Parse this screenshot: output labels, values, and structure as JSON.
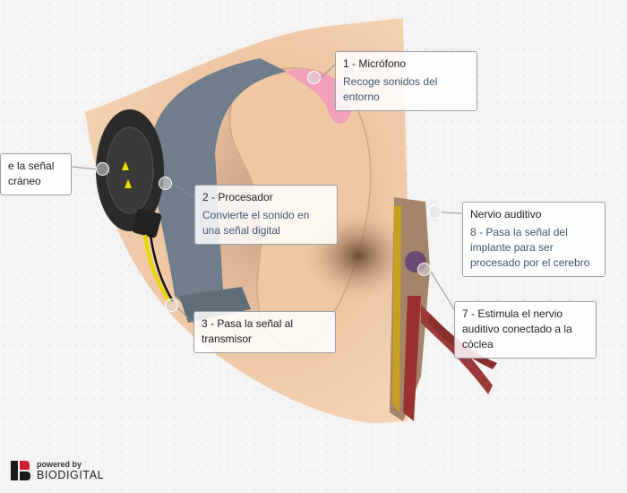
{
  "labels": {
    "microfono": {
      "title": "1 - Micrófono",
      "desc": "Recoge sonidos del entorno"
    },
    "procesador": {
      "title": "2 - Procesador",
      "desc": "Convierte el sonido en una señal digital"
    },
    "transmisor": {
      "title": "3 - Pasa la señal al transmisor"
    },
    "craneo": {
      "line1": "e la señal",
      "line2": "cráneo"
    },
    "nervio": {
      "title": "Nervio auditivo",
      "desc": "8 - Pasa la señal del implante para ser procesado por el cerebro"
    },
    "estimula": {
      "line1": "7 - Estimula el nervio",
      "line2": "auditivo conectado a la cóclea"
    }
  },
  "logo": {
    "powered": "powered by",
    "brand": "BIODIGITAL"
  },
  "colors": {
    "skin": "#f2cfae",
    "processor": "#6f7e8a",
    "microphone": "#f0a0b8",
    "accent_red": "#d0202e"
  }
}
